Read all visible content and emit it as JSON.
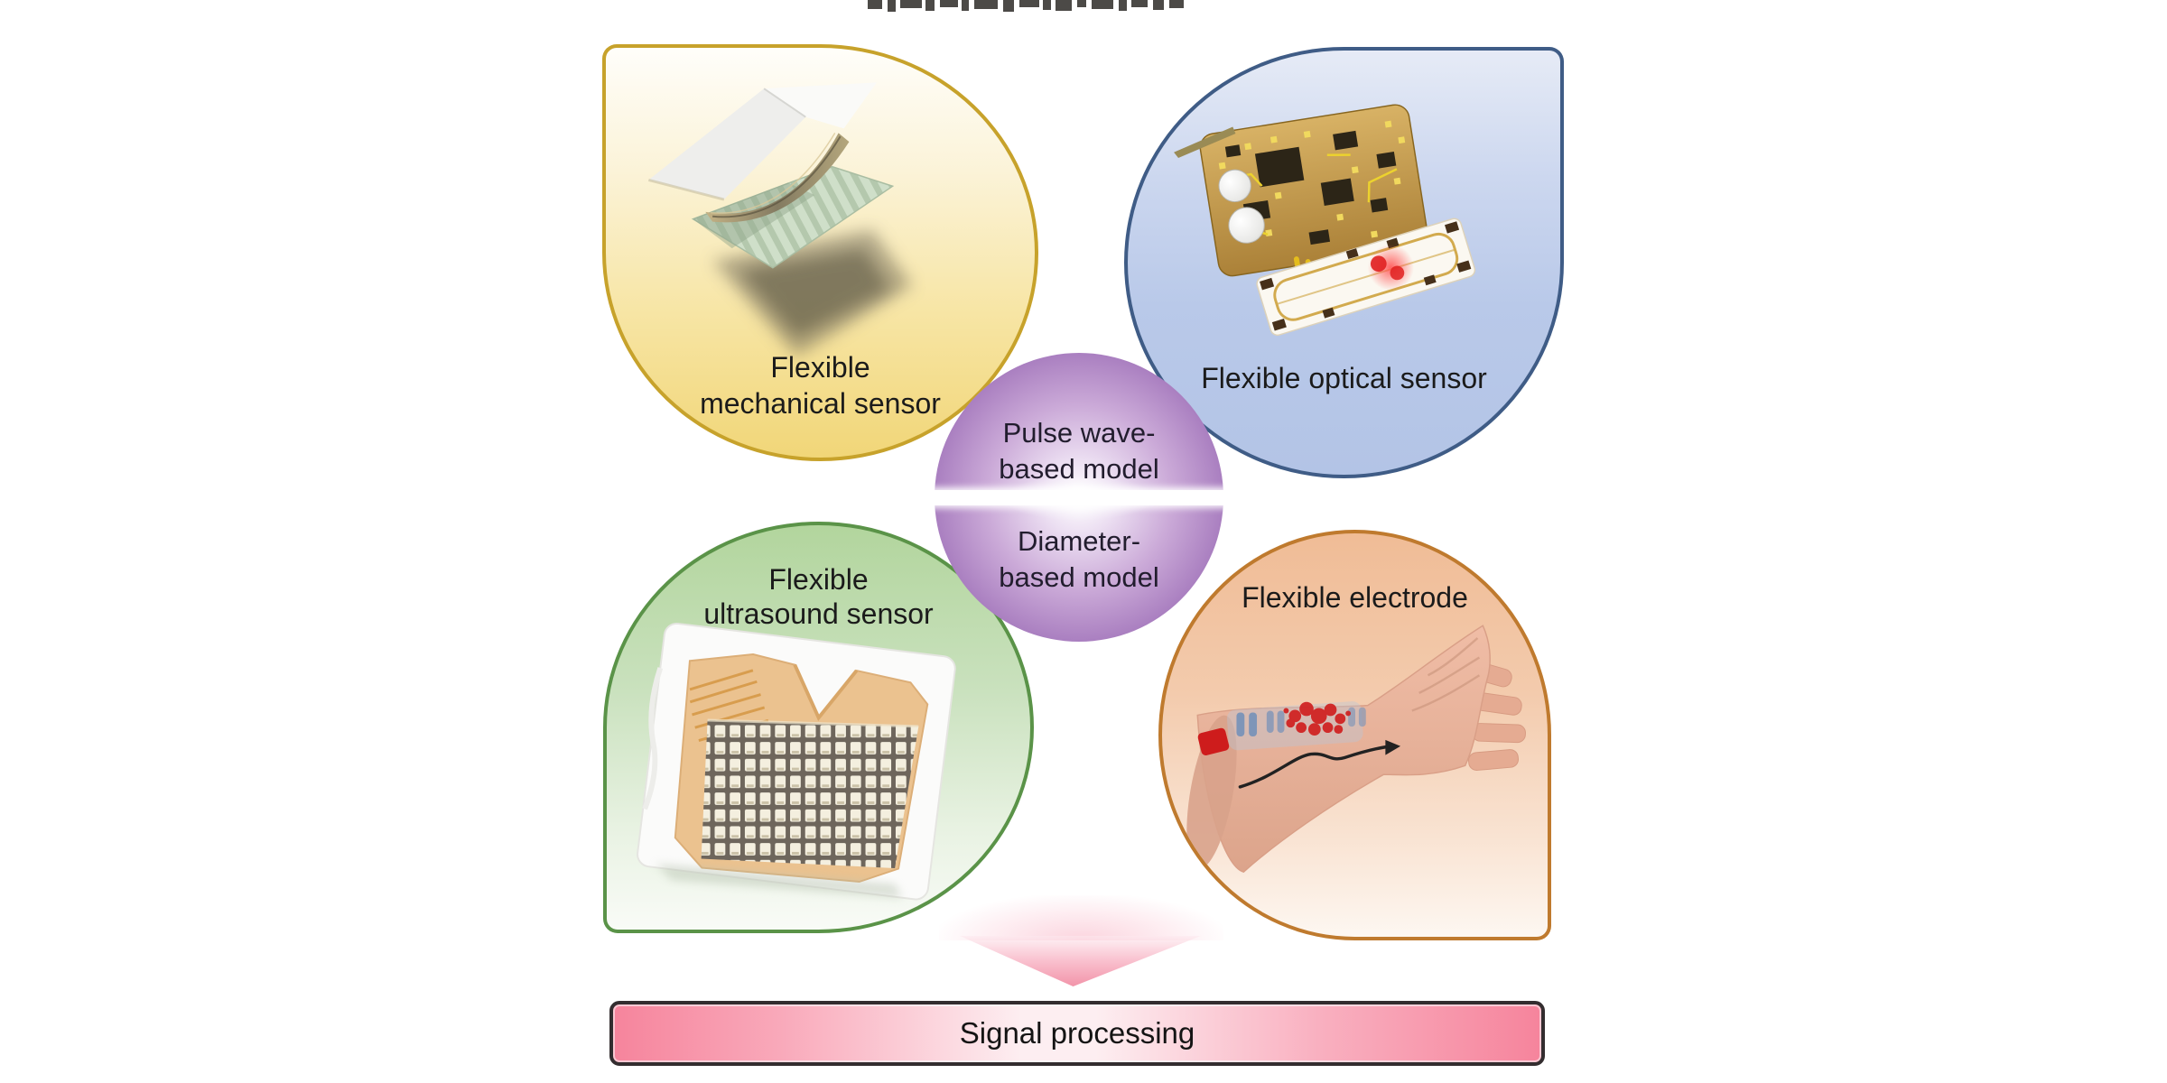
{
  "palette": {
    "mechanical_border": "#c7a22b",
    "mechanical_fill": "#f1d678",
    "optical_border": "#3f5c86",
    "optical_fill": "#b6c7e8",
    "ultrasound_border": "#5a9348",
    "ultrasound_fill": "#b2d59d",
    "electrode_border": "#bf7a2e",
    "electrode_fill": "#f0bc96",
    "center_fill": "#9a6cb4",
    "arrow_pink": "#f294a9",
    "bar_pink": "#f6849c",
    "bar_border": "#332d2f",
    "text": "#1b1b1b",
    "background": "#ffffff"
  },
  "petals": {
    "mechanical": {
      "line1": "Flexible",
      "line2": "mechanical sensor"
    },
    "optical": {
      "line1": "Flexible optical sensor"
    },
    "ultrasound": {
      "line1": "Flexible",
      "line2": "ultrasound sensor"
    },
    "electrode": {
      "line1": "Flexible electrode"
    }
  },
  "center_circle": {
    "top_line1": "Pulse wave-",
    "top_line2": "based model",
    "bottom_line1": "Diameter-",
    "bottom_line2": "based model"
  },
  "signal_bar": {
    "label": "Signal processing"
  }
}
